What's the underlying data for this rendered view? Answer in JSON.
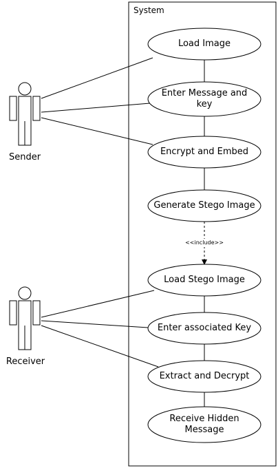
{
  "system": {
    "label": "System"
  },
  "actors": [
    {
      "id": "sender",
      "label": "Sender"
    },
    {
      "id": "receiver",
      "label": "Receiver"
    }
  ],
  "use_cases": [
    {
      "id": "load_image",
      "label": "Load Image"
    },
    {
      "id": "enter_message",
      "label": "Enter Message and key"
    },
    {
      "id": "encrypt_embed",
      "label": "Encrypt and Embed"
    },
    {
      "id": "generate_stego",
      "label": "Generate Stego Image"
    },
    {
      "id": "load_stego",
      "label": "Load Stego Image"
    },
    {
      "id": "enter_key",
      "label": "Enter associated Key"
    },
    {
      "id": "extract_decrypt",
      "label": "Extract and Decrypt"
    },
    {
      "id": "receive_hidden",
      "label": "Receive Hidden Message"
    }
  ],
  "include": {
    "label": "<<include>>"
  },
  "colors": {
    "line": "#000000",
    "fill": "#ffffff"
  }
}
